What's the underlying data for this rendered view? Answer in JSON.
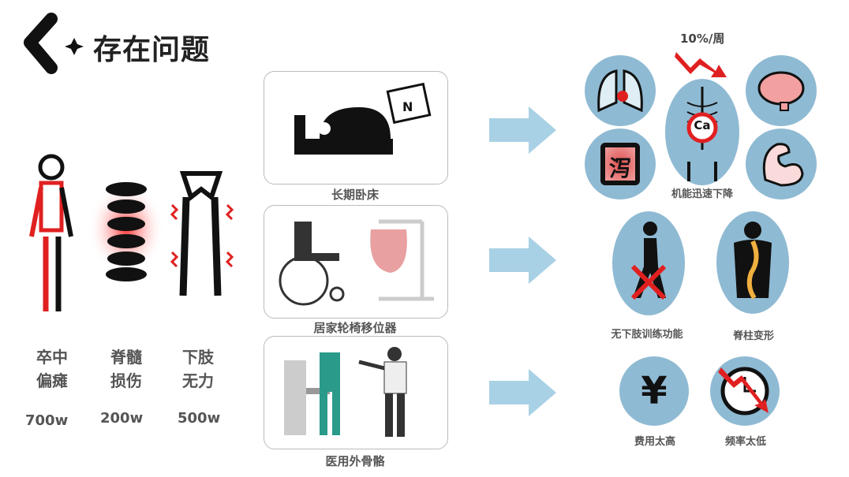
{
  "title": "存在问题",
  "conditions": [
    {
      "label_line1": "卒中",
      "label_line2": "偏瘫",
      "count": "700w"
    },
    {
      "label_line1": "脊髓",
      "label_line2": "损伤",
      "count": "200w"
    },
    {
      "label_line1": "下肢",
      "label_line2": "无力",
      "count": "500w"
    }
  ],
  "solutions": [
    {
      "caption": "长期卧床"
    },
    {
      "caption": "居家轮椅移位器"
    },
    {
      "caption": "医用外骨骼"
    }
  ],
  "outcomes": {
    "row1": {
      "rate": "10%/周",
      "calcium": "Ca",
      "caption": "机能迅速下降",
      "intestine_char": "泻"
    },
    "row2": [
      {
        "caption": "无下肢训练功能"
      },
      {
        "caption": "脊柱变形"
      }
    ],
    "row3": [
      {
        "caption": "费用太高",
        "symbol": "¥"
      },
      {
        "caption": "频率太低"
      }
    ]
  },
  "colors": {
    "circle": "#8fbad3",
    "arrow": "#a9d1e5",
    "red": "#e02020"
  }
}
